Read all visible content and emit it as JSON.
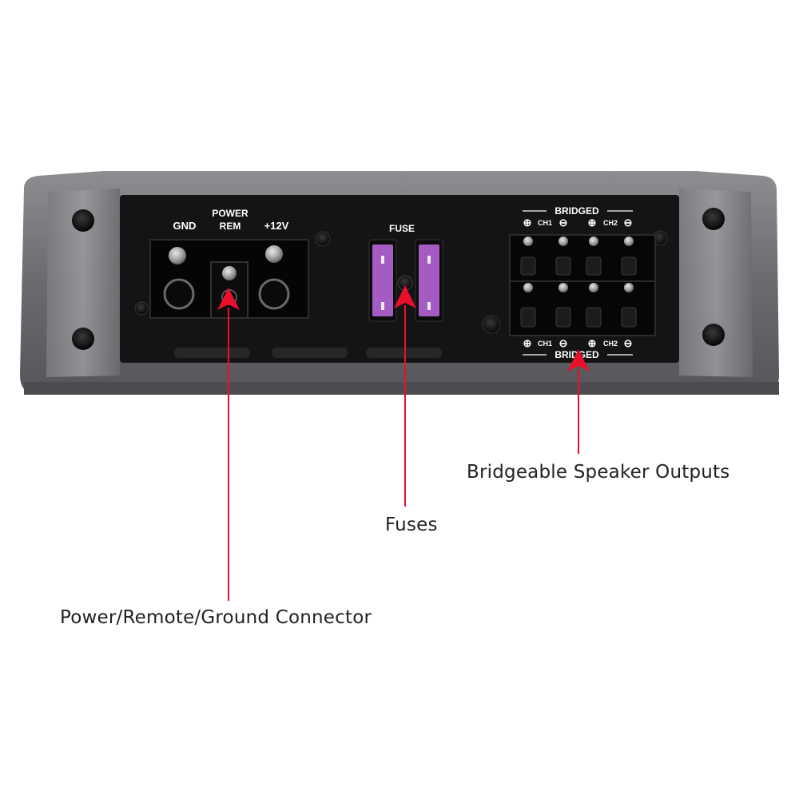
{
  "panel": {
    "gnd": "GND",
    "power": "POWER",
    "rem": "REM",
    "plus12v": "+12V",
    "fuse": "FUSE",
    "bridged_top": "BRIDGED",
    "bridged_bottom": "BRIDGED",
    "ch1_top": "CH1",
    "ch2_top": "CH2",
    "ch1_bottom": "CH1",
    "ch2_bottom": "CH2"
  },
  "callouts": {
    "speaker_outputs": "Bridgeable Speaker Outputs",
    "fuses": "Fuses",
    "power_connector": "Power/Remote/Ground Connector"
  },
  "colors": {
    "arrow": "#e8102a",
    "fuse": "#a45cc2",
    "chassis": "#6e6e72",
    "panel": "#141414"
  }
}
